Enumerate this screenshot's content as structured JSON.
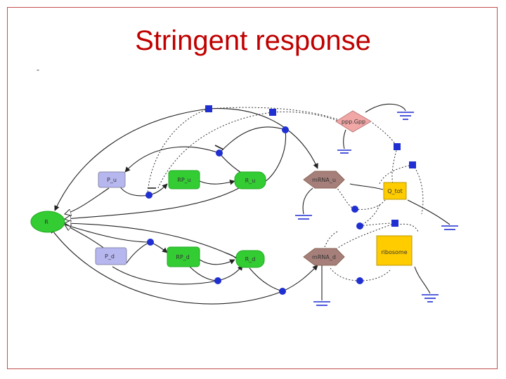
{
  "slide": {
    "title": "Stringent response",
    "corner_mark": "-"
  },
  "nodes": {
    "ppGpp": "ppp.Gpp",
    "P_u": "P_u",
    "RP_u": "RP_u",
    "R_u": "R_u",
    "mRNA_u": "mRNA_u",
    "Q_tot": "Q_tot",
    "R": "R",
    "P_d": "P_d",
    "RP_d": "RP_d",
    "R_d": "R_d",
    "mRNA_d": "mRNA_d",
    "ribosome": "ribosome"
  },
  "colors": {
    "title": "#c00000",
    "frame": "#c0504d",
    "green_node": "#33cc33",
    "lavender_node": "#b7b7f0",
    "pink_node": "#f2a7a7",
    "brown_node": "#a67f7a",
    "yellow_node": "#ffcc00",
    "connector": "#1f2fd1"
  }
}
